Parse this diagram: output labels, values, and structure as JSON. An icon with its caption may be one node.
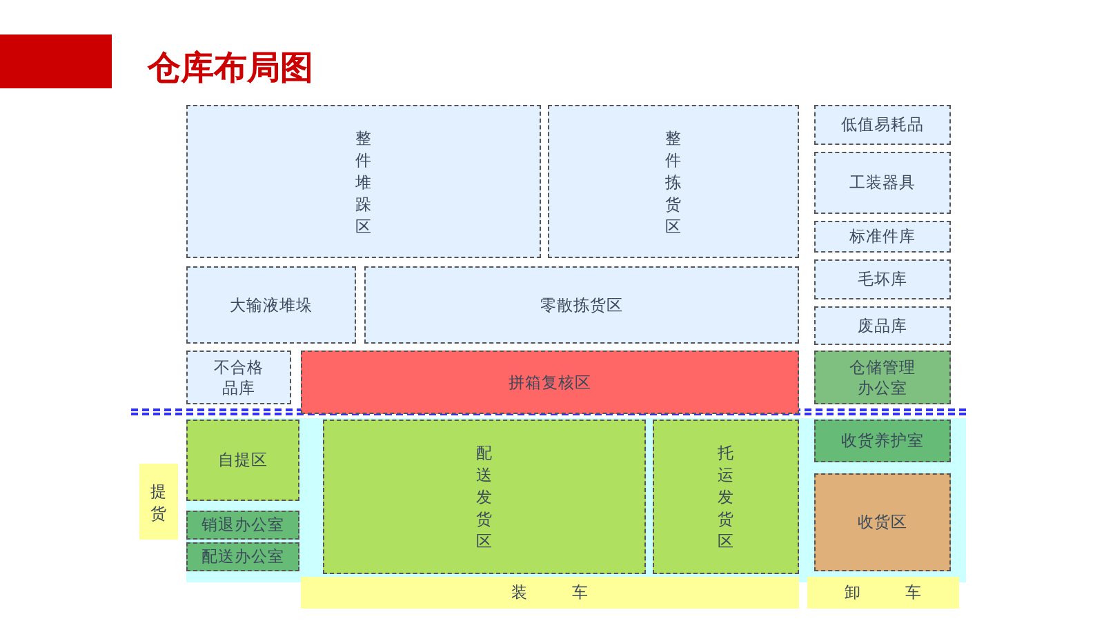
{
  "diagram": {
    "title": "仓库布局图",
    "nodes": [
      {
        "text": [
          "整件堆跺区"
        ]
      },
      {
        "text": [
          "整件拣货区"
        ]
      },
      {
        "text": [
          "低值易耗品"
        ]
      },
      {
        "text": [
          "工装器具"
        ]
      },
      {
        "text": [
          "标准件库"
        ]
      },
      {
        "text": [
          "毛坏库"
        ]
      },
      {
        "text": [
          "废品库"
        ]
      },
      {
        "text": [
          "大输液堆垛"
        ]
      },
      {
        "text": [
          "零散拣货区"
        ]
      },
      {
        "text": [
          "不合格品库"
        ]
      },
      {
        "text": [
          "拼箱复核区"
        ]
      },
      {
        "text": [
          "仓储管理办公室"
        ]
      },
      {
        "text": [
          "提货"
        ]
      },
      {
        "text": [
          "自提区"
        ]
      },
      {
        "text": [
          "销退办公室"
        ]
      },
      {
        "text": [
          "配送办公室"
        ]
      },
      {
        "text": [
          "配送发货区"
        ]
      },
      {
        "text": [
          "托运发货区"
        ]
      },
      {
        "text": [
          "收货养护室"
        ]
      },
      {
        "text": [
          "收货区"
        ]
      },
      {
        "text": [
          "装 车"
        ]
      },
      {
        "text": [
          "卸 车"
        ]
      }
    ],
    "edges": []
  }
}
